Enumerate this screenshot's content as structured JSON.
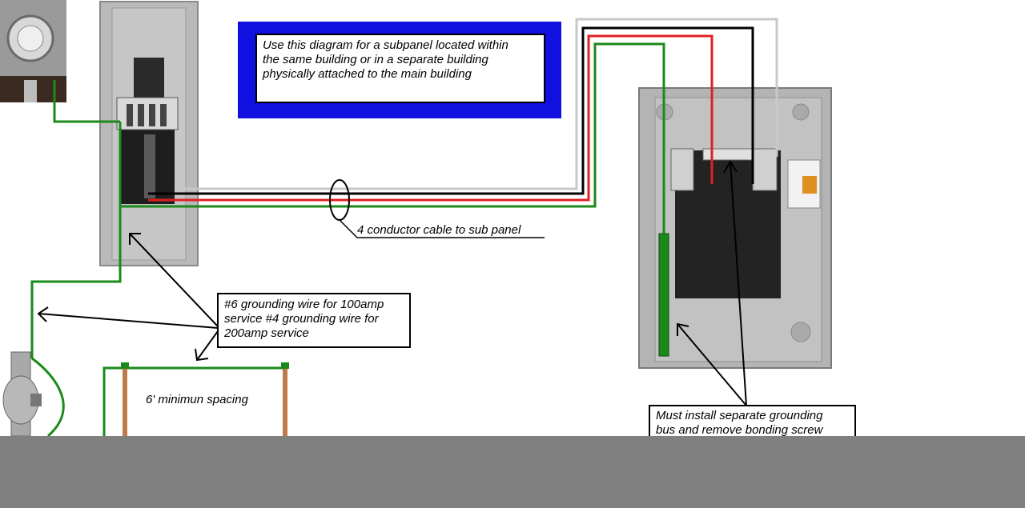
{
  "title_box": {
    "lines": [
      "Use this diagram for a subpanel located within",
      "the same building or in a separate building",
      "physically attached to the main building"
    ]
  },
  "cable_label": "4 conductor cable to sub panel",
  "grounding_box": {
    "lines": [
      "#6 grounding wire for 100amp",
      "service  #4 grounding wire for",
      "200amp service"
    ]
  },
  "spacing_label": "6' minimun spacing",
  "bus_box": {
    "lines": [
      "Must install separate grounding",
      "bus and remove bonding screw"
    ]
  },
  "colors": {
    "title_frame": "#1010e0",
    "wire_green": "#1a8a1a",
    "wire_red": "#e02020",
    "wire_black": "#000000",
    "wire_white": "#c8c8c8",
    "panel_gray": "#b4b4b4",
    "bottom_bar": "#808080"
  }
}
